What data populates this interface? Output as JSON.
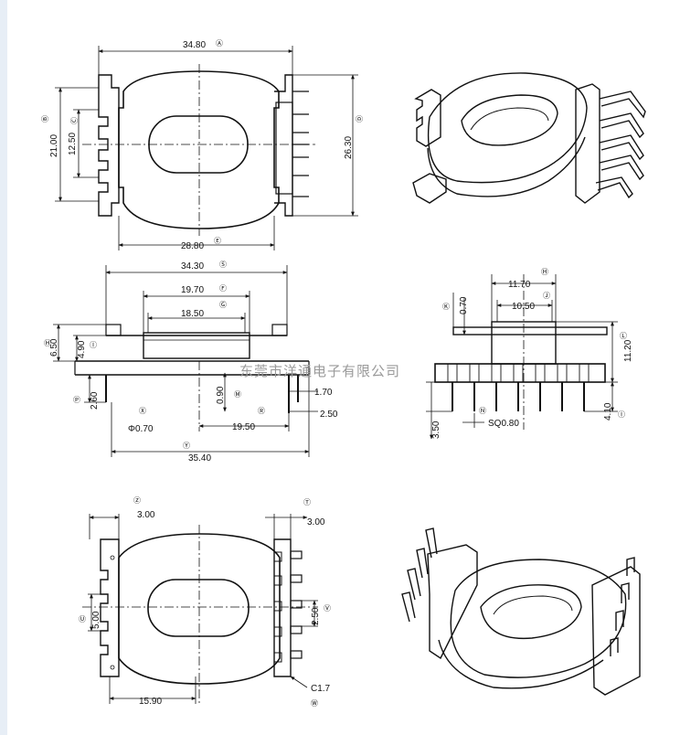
{
  "watermark": "东莞市洋通电子有限公司",
  "top_view": {
    "width_top": "34.80",
    "height_left": "21.00",
    "pin_span_left": "12.50",
    "height_right": "26.30",
    "width_bottom": "28.80",
    "circle_top": "Ⓐ",
    "circle_left_outer": "Ⓑ",
    "circle_left_inner": "Ⓒ",
    "circle_right": "Ⓓ",
    "circle_bottom": "Ⓔ"
  },
  "side_view": {
    "width_overall": "34.30",
    "width_mid": "19.70",
    "width_inner": "18.50",
    "height_a": "6.50",
    "height_b": "4.90",
    "pin_length": "2.60",
    "pin_dia": "Φ0.70",
    "gap": "0.90",
    "pin_offset_a": "1.70",
    "pin_offset_b": "2.50",
    "pin_pos": "19.50",
    "base_width": "35.40",
    "circle_width_overall": "Ⓢ",
    "circle_width_mid": "Ⓕ",
    "circle_width_inner": "Ⓖ",
    "circle_height": "Ⓗ",
    "circle_height_b": "Ⓘ",
    "circle_pin_length": "Ⓟ",
    "circle_pin_dia": "Ⓧ",
    "circle_gap": "Ⓜ",
    "circle_pin_offset": "Ⓡ",
    "circle_base": "Ⓨ"
  },
  "end_view": {
    "width_a": "11.70",
    "width_b": "10.50",
    "thickness": "0.70",
    "height": "11.20",
    "pin_length": "4.10",
    "pin_stub": "3.50",
    "pin_square": "SQ0.80",
    "circle_width_a": "Ⓗ",
    "circle_width_b": "Ⓙ",
    "circle_thickness": "Ⓚ",
    "circle_height": "Ⓛ",
    "circle_pin_length": "Ⓘ",
    "circle_pin_square": "Ⓝ"
  },
  "bottom_view": {
    "left_tab": "3.00",
    "right_tab": "3.00",
    "pitch_left": "5.00",
    "pitch_right": "2.50",
    "offset_bottom": "15.90",
    "chamfer": "C1.7",
    "circle_left_tab": "Ⓩ",
    "circle_right_tab": "Ⓣ",
    "circle_pitch_left": "Ⓤ",
    "circle_pitch_right": "Ⓥ",
    "circle_chamfer": "Ⓦ"
  }
}
